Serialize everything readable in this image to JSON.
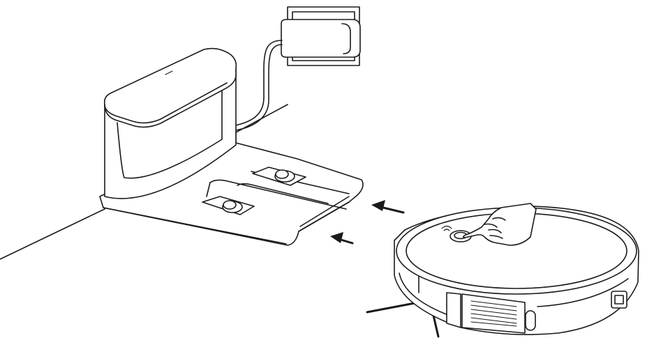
{
  "colors": {
    "line": "#1a1a1a",
    "background": "#ffffff"
  },
  "arrows": [
    {
      "name": "arrow-upper",
      "direction": "left"
    },
    {
      "name": "arrow-lower",
      "direction": "left"
    }
  ]
}
